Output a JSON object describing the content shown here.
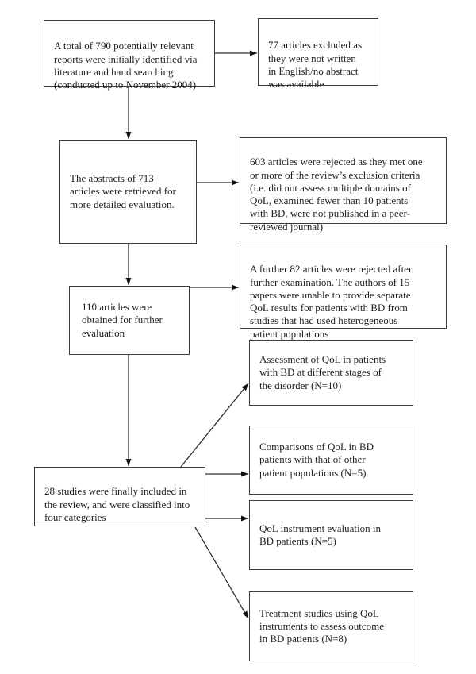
{
  "flowchart": {
    "title": "Study selection flow diagram",
    "colors": {
      "background": "#ffffff",
      "box_border": "#3b3b3b",
      "arrow_line": "#2d2d2d",
      "text": "#1f1f1f",
      "outer_frame": "#c9c9c9"
    },
    "boxes": [
      {
        "id": "identified-reports",
        "text": "A total of 790 potentially relevant\nreports were initially identified via\nliterature and hand searching\n(conducted up to November 2004)"
      },
      {
        "id": "excluded-not-english",
        "text": "77 articles excluded as\nthey were not written\nin English/no abstract\nwas available"
      },
      {
        "id": "abstracts-retrieved",
        "text": "The abstracts of 713\narticles were retrieved for\nmore detailed evaluation."
      },
      {
        "id": "rejected-exclusion-criteria",
        "text": "603 articles were rejected as they met one\nor more of the review’s exclusion criteria\n(i.e. did not assess multiple domains of\nQoL, examined fewer than 10 patients\nwith BD, were not published in a peer-\nreviewed journal)"
      },
      {
        "id": "rejected-after-examination",
        "text": "A further 82 articles were rejected after\nfurther examination.  The authors of 15\npapers were unable to provide separate\nQoL results for patients with BD from\nstudies that had used heterogeneous\npatient populations"
      },
      {
        "id": "obtained-further-evaluation",
        "text": "110 articles were\nobtained for further\nevaluation"
      },
      {
        "id": "category-stages",
        "text": "Assessment of QoL in patients\nwith BD at different stages of\nthe disorder (N=10)"
      },
      {
        "id": "category-comparisons",
        "text": "Comparisons of QoL in BD\npatients with that of other\npatient populations (N=5)"
      },
      {
        "id": "included-studies",
        "text": "28 studies were finally included in\nthe review, and were classified into\nfour categories"
      },
      {
        "id": "category-instrument",
        "text": "QoL instrument evaluation in\nBD patients (N=5)"
      },
      {
        "id": "category-treatment",
        "text": "Treatment studies using QoL\ninstruments to assess outcome\nin BD patients (N=8)"
      }
    ],
    "connections": [
      {
        "from": "identified-reports",
        "to": "excluded-not-english"
      },
      {
        "from": "identified-reports",
        "to": "abstracts-retrieved"
      },
      {
        "from": "abstracts-retrieved",
        "to": "rejected-exclusion-criteria"
      },
      {
        "from": "abstracts-retrieved",
        "to": "obtained-further-evaluation"
      },
      {
        "from": "obtained-further-evaluation",
        "to": "rejected-after-examination"
      },
      {
        "from": "obtained-further-evaluation",
        "to": "included-studies"
      },
      {
        "from": "included-studies",
        "to": "category-stages"
      },
      {
        "from": "included-studies",
        "to": "category-comparisons"
      },
      {
        "from": "included-studies",
        "to": "category-instrument"
      },
      {
        "from": "included-studies",
        "to": "category-treatment"
      }
    ]
  }
}
